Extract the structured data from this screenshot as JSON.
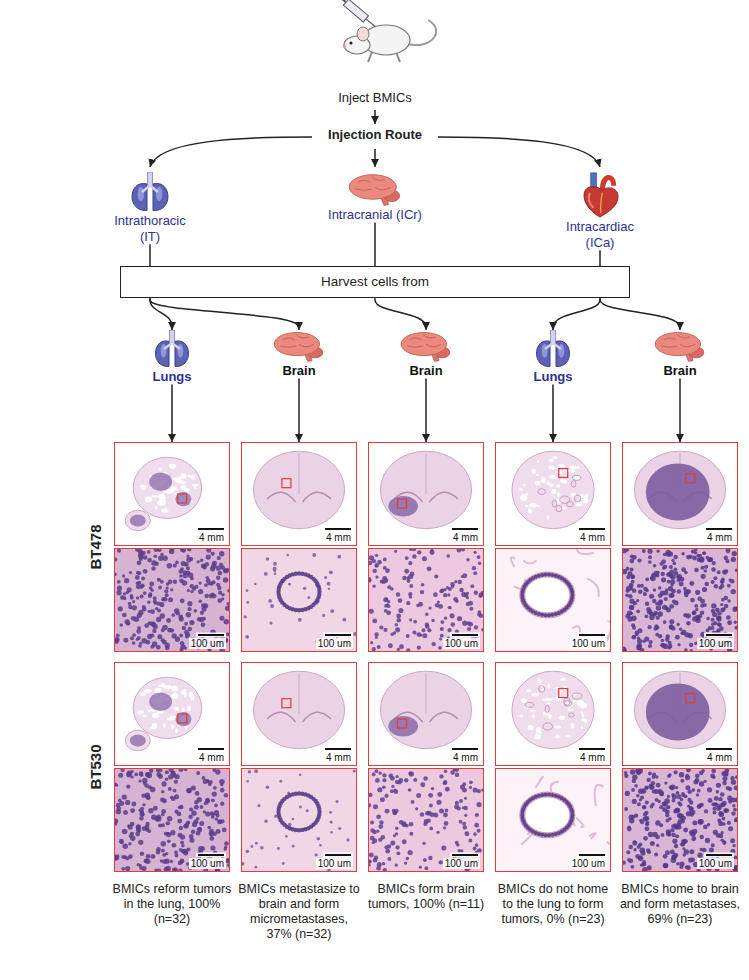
{
  "diagram": {
    "nodes": [
      {
        "text": [
          "Intrathoracic (IT)"
        ]
      },
      {
        "text": [
          "Intracranial (ICr)"
        ]
      },
      {
        "text": [
          "Intracardiac (ICa)"
        ]
      },
      {
        "text": [
          "Harvest cells from"
        ]
      },
      {
        "text": [
          "Lungs"
        ]
      },
      {
        "text": [
          "Brain"
        ]
      },
      {
        "text": [
          "Brain"
        ]
      },
      {
        "text": [
          "Lungs"
        ]
      },
      {
        "text": [
          "Brain"
        ]
      },
      {
        "text": [
          "4 mm"
        ]
      },
      {
        "text": [
          "4 mm"
        ]
      },
      {
        "text": [
          "4 mm"
        ]
      },
      {
        "text": [
          "4 mm"
        ]
      },
      {
        "text": [
          "4 mm"
        ]
      },
      {
        "text": [
          "100 um"
        ]
      },
      {
        "text": [
          "100 um"
        ]
      },
      {
        "text": [
          "100 um"
        ]
      },
      {
        "text": [
          "100 um"
        ]
      },
      {
        "text": [
          "100 um"
        ]
      },
      {
        "text": [
          "4 mm"
        ]
      },
      {
        "text": [
          "4 mm"
        ]
      },
      {
        "text": [
          "4 mm"
        ]
      },
      {
        "text": [
          "4 mm"
        ]
      },
      {
        "text": [
          "4 mm"
        ]
      },
      {
        "text": [
          "100 um"
        ]
      },
      {
        "text": [
          "100 um"
        ]
      },
      {
        "text": [
          "100 um"
        ]
      },
      {
        "text": [
          "100 um"
        ]
      },
      {
        "text": [
          "100 um"
        ]
      }
    ],
    "edges": [
      {
        "from": 0,
        "to": 3,
        "arrow": "none"
      },
      {
        "from": 1,
        "to": 3,
        "arrow": "none"
      },
      {
        "from": 2,
        "to": 3,
        "arrow": "none"
      },
      {
        "from": 3,
        "to": 4,
        "arrow": "to"
      },
      {
        "from": 3,
        "to": 5,
        "arrow": "to"
      },
      {
        "from": 3,
        "to": 6,
        "arrow": "to"
      },
      {
        "from": 3,
        "to": 7,
        "arrow": "to"
      },
      {
        "from": 3,
        "to": 8,
        "arrow": "to"
      },
      {
        "from": 4,
        "to": 9,
        "arrow": "to"
      },
      {
        "from": 5,
        "to": 10,
        "arrow": "to"
      },
      {
        "from": 6,
        "to": 11,
        "arrow": "to"
      },
      {
        "from": 7,
        "to": 12,
        "arrow": "to"
      },
      {
        "from": 8,
        "to": 13,
        "arrow": "to"
      }
    ],
    "labels": [
      "Inject BMICs",
      "Injection Route",
      "BT478",
      "BT530",
      "BMICs reform tumors in the lung, 100% (n=32)",
      "BMICs metastasize to brain and form micrometastases, 37% (n=32)",
      "BMICs form brain tumors, 100% (n=11)",
      "BMICs do not home to the lung to form tumors, 0% (n=23)",
      "BMICs home to brain and form metastases, 69% (n=23)"
    ]
  }
}
